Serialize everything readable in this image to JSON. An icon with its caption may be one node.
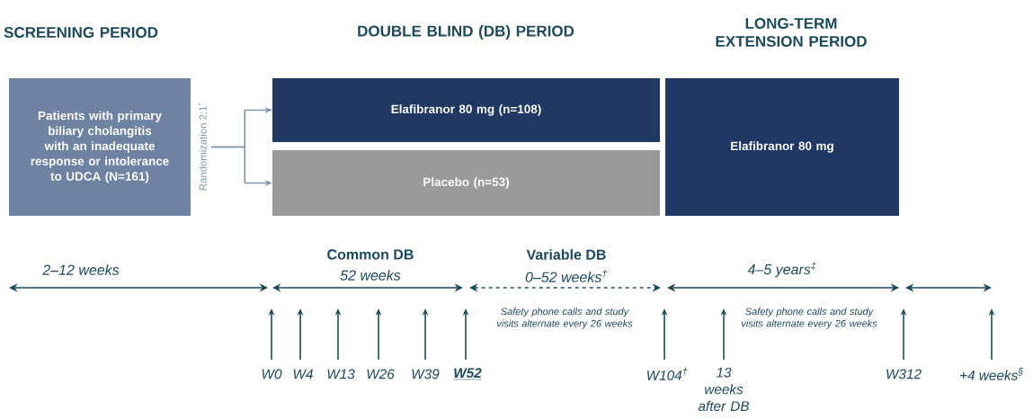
{
  "diagram": {
    "nodes": [
      {
        "text": [
          "Patients with primary biliary cholangitis with an inadequate response or intolerance to UDCA (N=161)"
        ]
      },
      {
        "text": [
          "Elafibranor 80 mg (n=108)"
        ]
      },
      {
        "text": [
          "Placebo (n=53)"
        ]
      },
      {
        "text": [
          "Elafibranor 80 mg"
        ]
      }
    ],
    "edges": [
      {
        "from": 0,
        "to": 1,
        "arrow": "to"
      },
      {
        "from": 0,
        "to": 2,
        "arrow": "to"
      }
    ],
    "labels": [
      "SCREENING PERIOD",
      "DOUBLE BLIND (DB) PERIOD",
      "LONG-TERM EXTENSION PERIOD",
      "Randomization 2:1$^{*}$",
      "2–12 weeks",
      "Common DB",
      "52 weeks",
      "Variable DB",
      "0–52 weeks$^{†}$",
      "4–5 years$^{‡}$",
      "Safety phone calls and study visits alternate every 26 weeks",
      "Safety phone calls and study visits alternate every 26 weeks",
      "W0",
      "W4",
      "W13",
      "W26",
      "W39",
      "W52",
      "W104$^{†}$",
      "13 weeks after DB",
      "W312",
      "+4 weeks$^{§}$"
    ]
  }
}
